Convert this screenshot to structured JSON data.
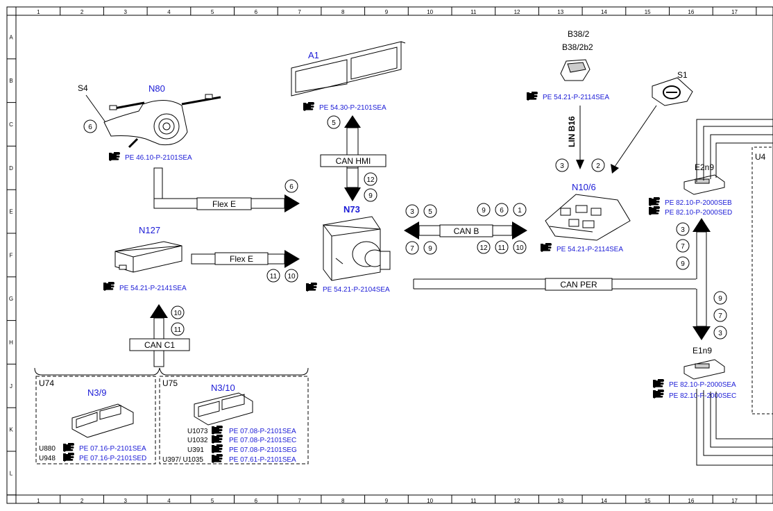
{
  "grid": {
    "columns": [
      "1",
      "2",
      "3",
      "4",
      "5",
      "6",
      "7",
      "8",
      "9",
      "10",
      "11",
      "12",
      "13",
      "14",
      "15",
      "16",
      "17"
    ],
    "rows": [
      "A",
      "B",
      "C",
      "D",
      "E",
      "F",
      "G",
      "H",
      "J",
      "K",
      "L"
    ]
  },
  "colors": {
    "blue_label": "#1a1ad6",
    "line": "#000000",
    "fill_arrow": "#000000"
  },
  "components": {
    "a1": {
      "label": "A1",
      "ref": "PE 54.30-P-2101SEA"
    },
    "b38": {
      "label": "B38/2",
      "label2": "B38/2b2",
      "ref": "PE 54.21-P-2114SEA"
    },
    "s1": {
      "label": "S1"
    },
    "s4": {
      "label": "S4"
    },
    "n80": {
      "label": "N80",
      "ref": "PE 46.10-P-2101SEA"
    },
    "n73": {
      "label": "N73",
      "ref": "PE 54.21-P-2104SEA"
    },
    "n127": {
      "label": "N127",
      "ref": "PE 54.21-P-2141SEA"
    },
    "n10_6": {
      "label": "N10/6",
      "ref": "PE 54.21-P-2114SEA"
    },
    "e2n9": {
      "label": "E2n9",
      "ref1": "PE 82.10-P-2000SEB",
      "ref2": "PE 82.10-P-2000SED"
    },
    "e1n9": {
      "label": "E1n9",
      "ref1": "PE 82.10-P-2000SEA",
      "ref2": "PE 82.10-P-2000SEC"
    },
    "u4_partial": {
      "label": "U4"
    },
    "u74": {
      "label": "U74",
      "module": "N3/9",
      "rows": [
        {
          "code": "U880",
          "ref": "PE 07.16-P-2101SEA"
        },
        {
          "code": "U948",
          "ref": "PE 07.16-P-2101SED"
        }
      ]
    },
    "u75": {
      "label": "U75",
      "module": "N3/10",
      "rows": [
        {
          "code": "U1073",
          "ref": "PE 07.08-P-2101SEA"
        },
        {
          "code": "U1032",
          "ref": "PE 07.08-P-2101SEC"
        },
        {
          "code": "U391",
          "ref": "PE 07.08-P-2101SEG"
        },
        {
          "code": "U397/ U1035",
          "ref": "PE 07.61-P-2101SEA"
        }
      ]
    }
  },
  "buses": {
    "can_hmi": "CAN HMI",
    "flex_e_1": "Flex E",
    "flex_e_2": "Flex E",
    "can_b": "CAN B",
    "can_per": "CAN PER",
    "can_c1": "CAN C1",
    "lin_b16": "LIN B16"
  },
  "markers": {
    "s4": "6",
    "flex1": "6",
    "hmi_top": "5",
    "hmi_a": "12",
    "hmi_b": "9",
    "canb_l1": "3",
    "canb_l2": "5",
    "canb_l3": "7",
    "canb_l4": "9",
    "canb_r1": "9",
    "canb_r2": "6",
    "canb_r3": "1",
    "canb_r4": "12",
    "canb_r5": "11",
    "canb_r6": "10",
    "lin": "3",
    "s1": "2",
    "flex2_a": "11",
    "flex2_b": "10",
    "canc1_a": "10",
    "canc1_b": "11",
    "e2_a": "3",
    "e2_b": "7",
    "e2_c": "9",
    "e1_a": "9",
    "e1_b": "7",
    "e1_c": "3"
  }
}
